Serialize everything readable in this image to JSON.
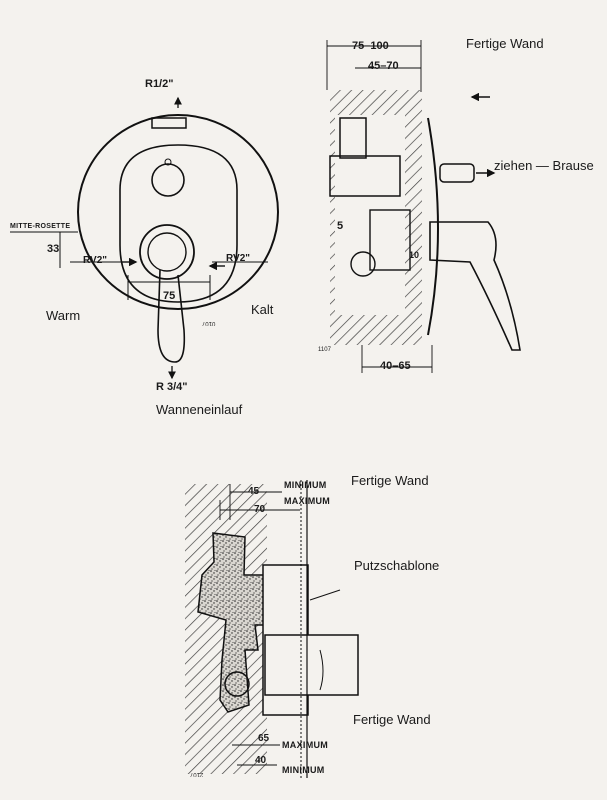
{
  "front_view": {
    "inlet_top": "R1/2\"",
    "rv_left": "RV2\"",
    "rv_right": "RV2\"",
    "center_dim": "75",
    "mitte_rosette": "MITTE-ROSETTE",
    "offset_dim": "33",
    "outlet": "R 3/4\"",
    "warm": "Warm",
    "kalt": "Kalt",
    "caption": "Wanneneinlauf",
    "code": "0107"
  },
  "side_view": {
    "dim_outer": "75–100",
    "dim_inner": "45–70",
    "dim_small": "5",
    "dim_10": "10",
    "dim_bottom": "40–65",
    "wall_label": "Fertige Wand",
    "pull_label": "ziehen — Brause",
    "code": "1107"
  },
  "template_view": {
    "wall_top": "Fertige Wand",
    "dim_45": "45",
    "dim_70": "70",
    "minimum_top": "MINIMUM",
    "maximum_top": "MAXIMUM",
    "template_label": "Putzschablone",
    "wall_bottom": "Fertige Wand",
    "dim_65": "65",
    "dim_40": "40",
    "maximum_bottom": "MAXIMUM",
    "minimum_bottom": "MINIMUM",
    "code": "2107"
  }
}
